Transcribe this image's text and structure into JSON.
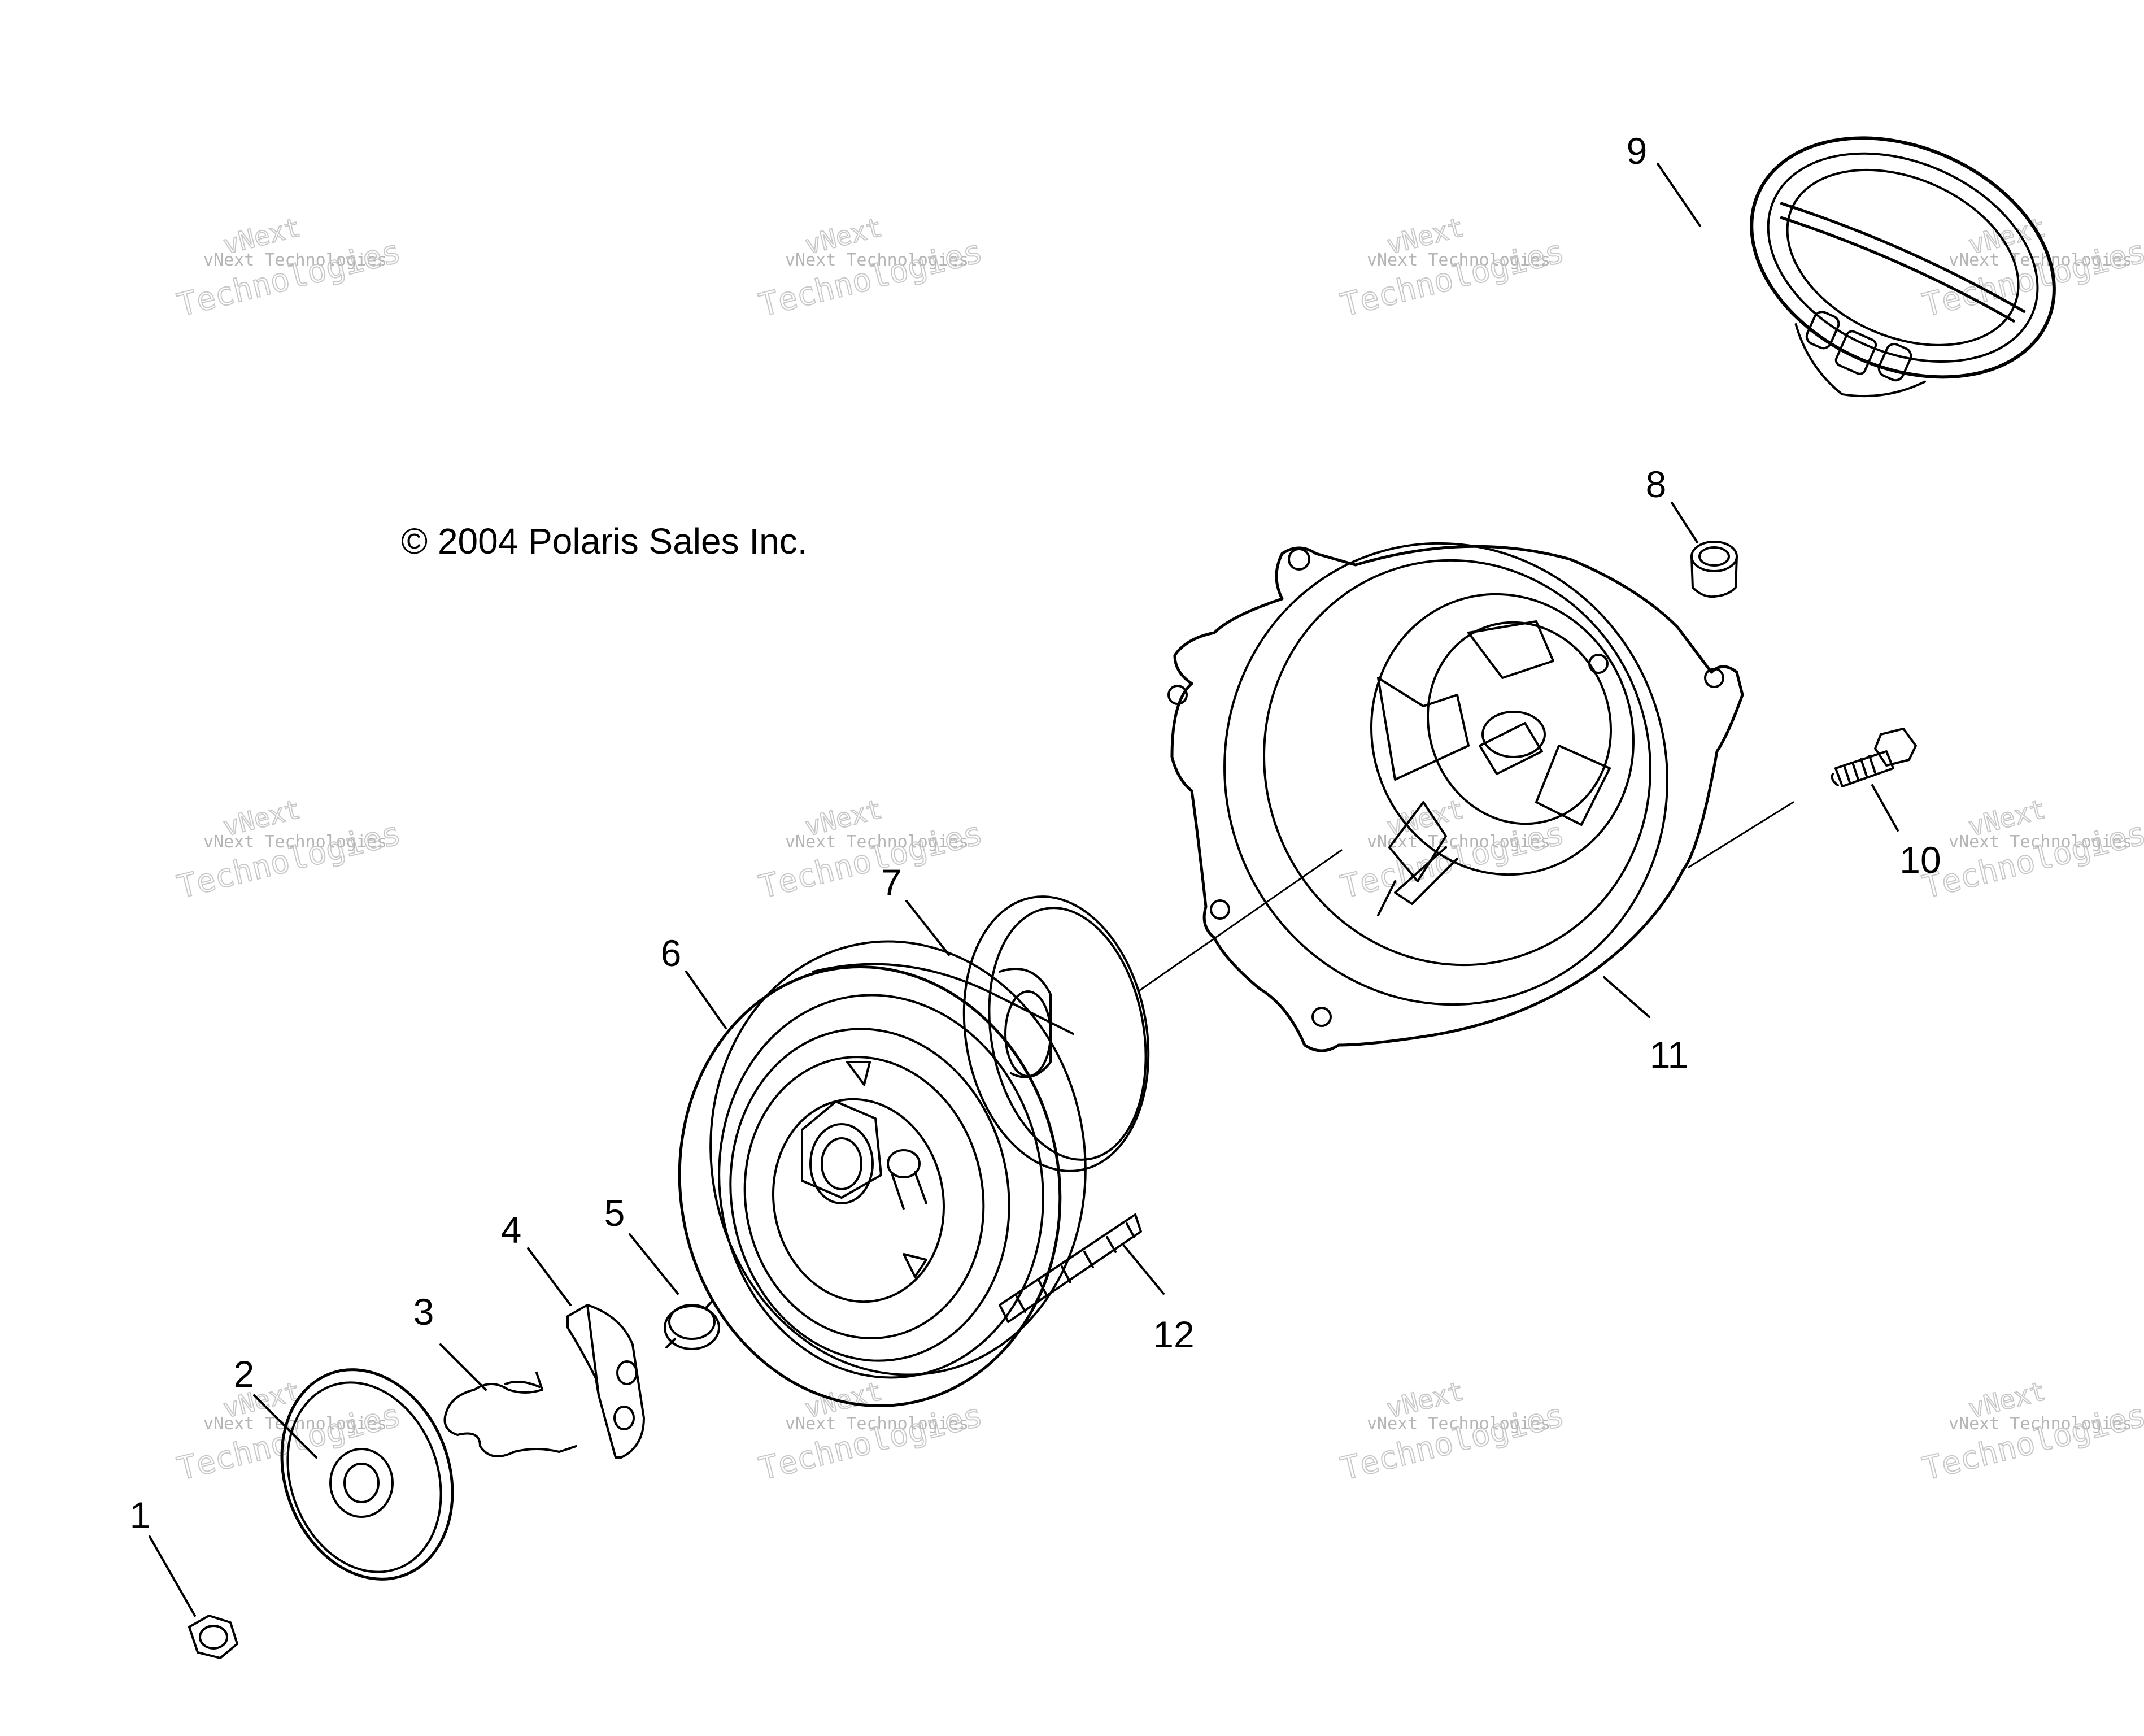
{
  "copyright": "© 2004 Polaris Sales Inc.",
  "watermark": {
    "line1": "vNext Technologies",
    "line2": "vNext",
    "line3": "Technologies"
  },
  "callouts": [
    "1",
    "2",
    "3",
    "4",
    "5",
    "6",
    "7",
    "8",
    "9",
    "10",
    "11",
    "12"
  ],
  "colors": {
    "ink": "#000000",
    "watermark": "#b5b5b5",
    "background": "#ffffff"
  }
}
